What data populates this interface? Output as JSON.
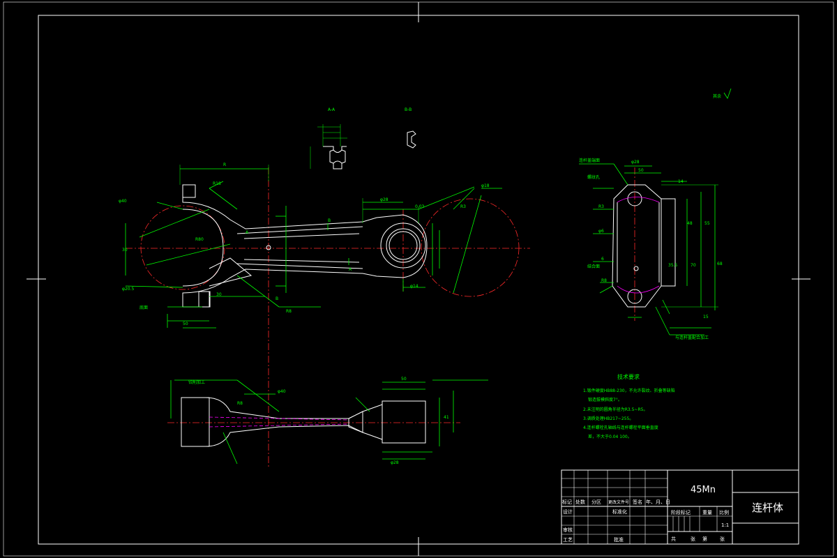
{
  "colors": {
    "background": "#000000",
    "outline": "#ffffff",
    "dimension": "#00ff00",
    "centerline": "#ff2a2a",
    "hidden": "#ff00ff"
  },
  "section_labels": {
    "a": "A-A",
    "b": "B-B"
  },
  "roughness_note": "其余",
  "tech_requirements": {
    "title": "技术要求",
    "items": [
      "1.锻件硬度HB88-230，不允许裂纹、折叠等缺陷",
      "锻造拔模斜度7°。",
      "2.未注明的圆角半径为R3.5~R5。",
      "3.调质处理HB217~255。",
      "4.连杆螺栓孔轴线与连杆螺栓平面垂直度",
      "差，不大于0.04    100。"
    ]
  },
  "title_block": {
    "material": "45Mn",
    "part_name": "连杆体",
    "scale": "1:1",
    "row_headers": [
      "标记",
      "处数",
      "分区",
      "更改文件号",
      "签名",
      "年、月、日"
    ],
    "designer": "设计",
    "standardization": "标准化",
    "stage_mark": "阶段标记",
    "weight": "重量",
    "scale_label": "比例",
    "review": "审核",
    "process": "工艺",
    "approve": "批准",
    "sheet_total": "共",
    "sheet": "张",
    "sheet_no": "第",
    "sheet_unit": "张"
  },
  "dimensions": {
    "front": [
      "R",
      "φ40",
      "R80",
      "φ28",
      "0.03",
      "φ18",
      "B",
      "A",
      "A",
      "B",
      "30",
      "R18",
      "50",
      "30",
      "φ14",
      "R8",
      "R3",
      "φ20.5"
    ],
    "top": [
      "50",
      "φ28",
      "R8",
      "41",
      "φ40"
    ],
    "side": [
      "φ28",
      "50",
      "48",
      "R3",
      "φ6",
      "70",
      "6",
      "14",
      "15",
      "R8",
      "55",
      "35.5",
      "68"
    ],
    "notes": [
      "连杆盖端面",
      "螺纹孔",
      "结合面",
      "铰削加工",
      "底面",
      "与连杆盖配合加工"
    ]
  }
}
